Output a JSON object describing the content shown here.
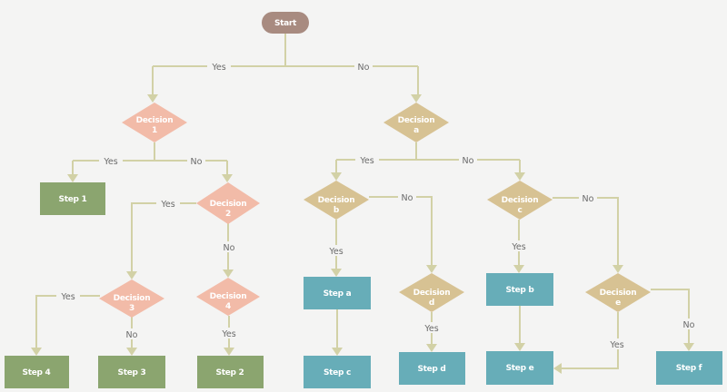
{
  "colors": {
    "start": "#a88b80",
    "decision_pink": "#f2bba8",
    "decision_tan": "#d7c293",
    "step_green": "#8ba56f",
    "step_teal": "#67adb8",
    "connector": "#d2d1a6"
  },
  "nodes": {
    "start": "Start",
    "d1": [
      "Decision",
      "1"
    ],
    "d2": [
      "Decision",
      "2"
    ],
    "d3": [
      "Decision",
      "3"
    ],
    "d4": [
      "Decision",
      "4"
    ],
    "da": [
      "Decision",
      "a"
    ],
    "db": [
      "Decision",
      "b"
    ],
    "dc": [
      "Decision",
      "c"
    ],
    "dd": [
      "Decision",
      "d"
    ],
    "de": [
      "Decision",
      "e"
    ],
    "step1": "Step 1",
    "step2": "Step 2",
    "step3": "Step 3",
    "step4": "Step 4",
    "stepa": "Step a",
    "stepb": "Step b",
    "stepc": "Step c",
    "stepd": "Step d",
    "stepe": "Step e",
    "stepf": "Step f"
  },
  "edges": {
    "yes": "Yes",
    "no": "No"
  }
}
